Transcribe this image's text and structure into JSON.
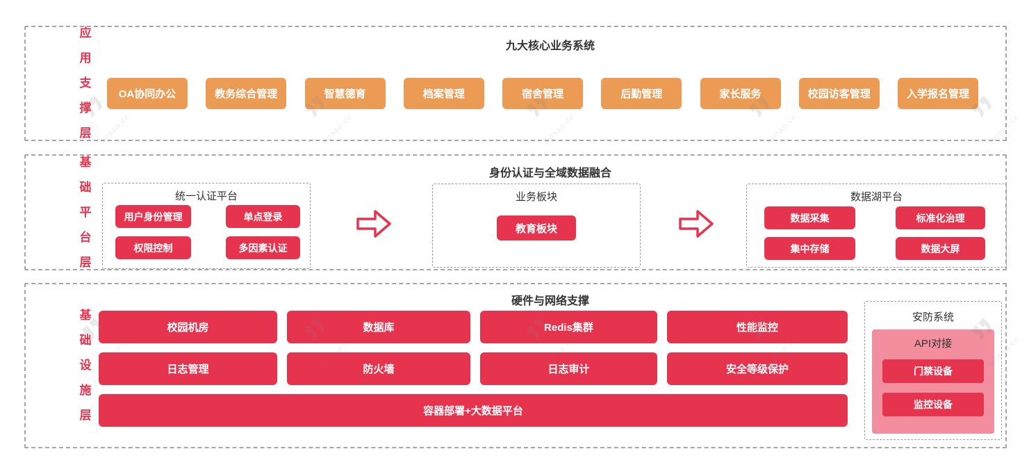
{
  "watermark": {
    "logo_glyph": "”",
    "text": "MODAO.CC"
  },
  "layers": [
    {
      "label": "应用支撑层",
      "title": "九大核心业务系统",
      "systems": [
        "OA协同办公",
        "教务综合管理",
        "智慧德育",
        "档案管理",
        "宿舍管理",
        "后勤管理",
        "家长服务",
        "校园访客管理",
        "入学报名管理"
      ]
    },
    {
      "label": "基础平台层",
      "title": "身份认证与全域数据融合",
      "groups": [
        {
          "title": "统一认证平台",
          "items": [
            "用户身份管理",
            "单点登录",
            "权限控制",
            "多因素认证"
          ]
        },
        {
          "title": "业务板块",
          "items": [
            "教育板块"
          ]
        },
        {
          "title": "数据湖平台",
          "items": [
            "数据采集",
            "标准化治理",
            "集中存储",
            "数据大屏"
          ]
        }
      ]
    },
    {
      "label": "基础设施层",
      "title": "硬件与网络支撑",
      "grid": [
        "校园机房",
        "数据库",
        "Redis集群",
        "性能监控",
        "日志管理",
        "防火墙",
        "日志审计",
        "安全等级保护"
      ],
      "wide": "容器部署+大数据平台",
      "security": {
        "title": "安防系统",
        "api_label": "API对接",
        "items": [
          "门禁设备",
          "监控设备"
        ]
      }
    }
  ],
  "colors": {
    "accent_red": "#E7344E",
    "orange": "#EC9B55",
    "pink": "#F28E9D",
    "border_gray": "#A6A6A6",
    "title_text": "#333333"
  }
}
